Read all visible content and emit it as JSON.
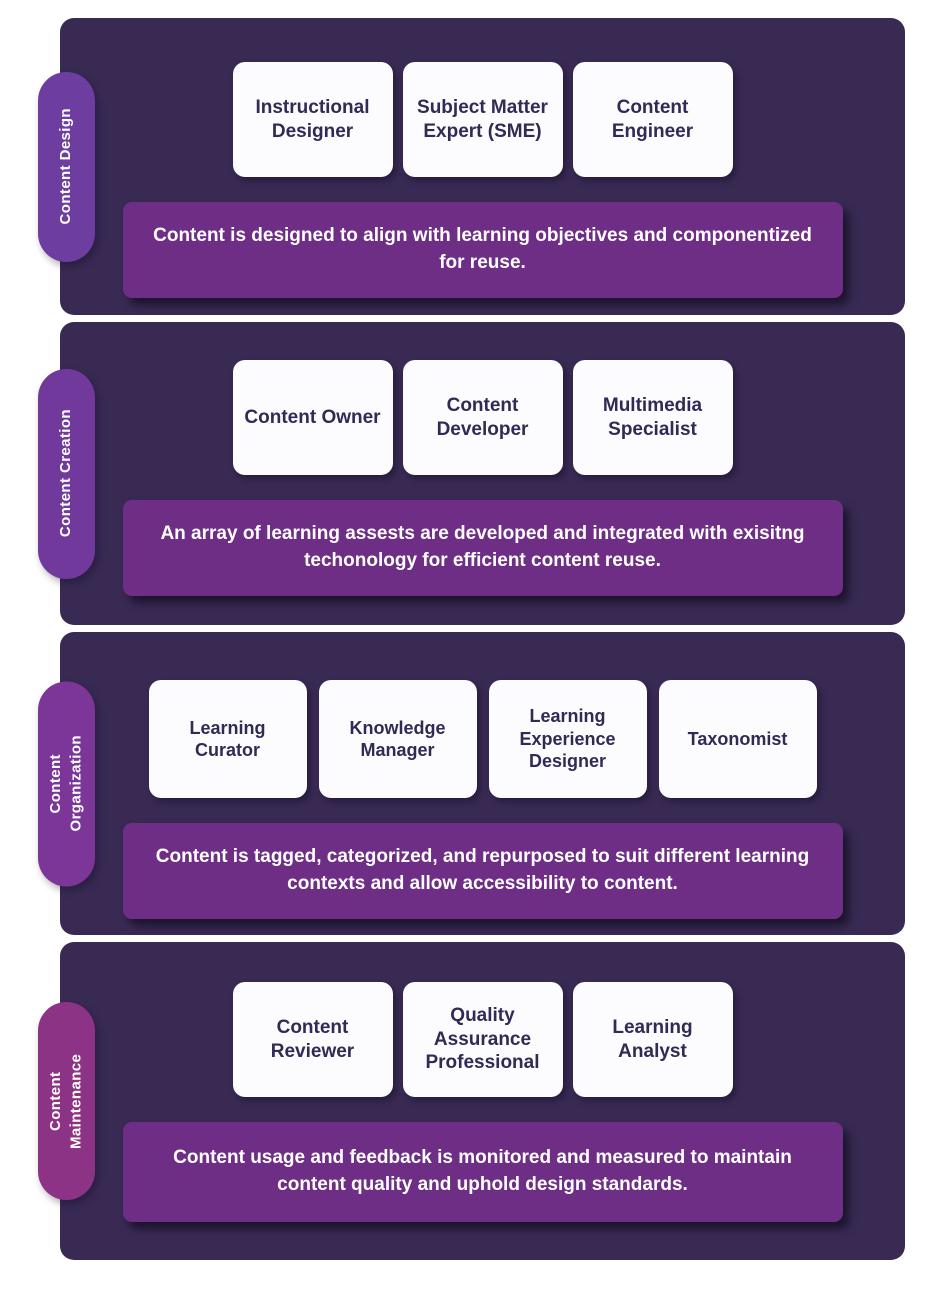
{
  "colors": {
    "panel": "#392a54",
    "banner": "#6f2e85",
    "card_text": "#322a55",
    "pill_design": "#6d3da0",
    "pill_creation": "#71399c",
    "pill_organization": "#7c3697",
    "pill_maintenance": "#8c3385"
  },
  "sections": [
    {
      "label": "Content Design",
      "roles": [
        "Instructional Designer",
        "Subject Matter Expert (SME)",
        "Content Engineer"
      ],
      "description": "Content is designed to align with learning objectives and componentized for reuse."
    },
    {
      "label": "Content Creation",
      "roles": [
        "Content Owner",
        "Content Developer",
        "Multimedia Specialist"
      ],
      "description": "An array of learning assests are developed and integrated with exisitng techonology for efficient content reuse."
    },
    {
      "label": "Content Organization",
      "roles": [
        "Learning Curator",
        "Knowledge Manager",
        "Learning Experience Designer",
        "Taxonomist"
      ],
      "description": "Content is tagged, categorized, and repurposed to suit different learning contexts and allow accessibility to content."
    },
    {
      "label": "Content Maintenance",
      "roles": [
        "Content Reviewer",
        "Quality Assurance Professional",
        "Learning Analyst"
      ],
      "description": "Content usage and feedback is monitored and measured to maintain content quality and uphold design standards."
    }
  ]
}
